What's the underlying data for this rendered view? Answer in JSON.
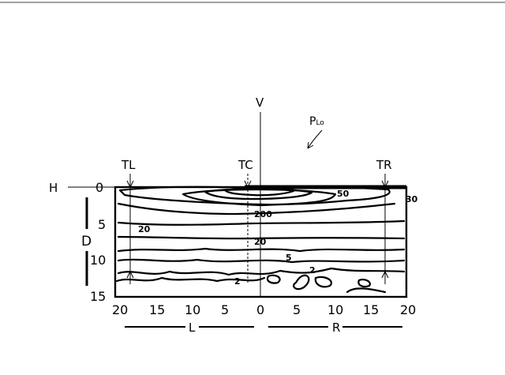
{
  "figure": {
    "pattern_label": "P",
    "pattern_subscript": "Lo",
    "vertical_axis_label": "V",
    "horizontal_axis_label": "H",
    "vertical_range_label": "D",
    "left_range_label": "L",
    "right_range_label": "R",
    "markers": [
      "TL",
      "TC",
      "TR"
    ],
    "y_ticks": [
      "0",
      "5",
      "10",
      "15"
    ],
    "x_ticks": [
      "20",
      "15",
      "10",
      "5",
      "0",
      "5",
      "10",
      "15",
      "20"
    ],
    "contour_labels": [
      "50",
      "30",
      "200",
      "20",
      "20",
      "5",
      "2",
      "2"
    ]
  }
}
